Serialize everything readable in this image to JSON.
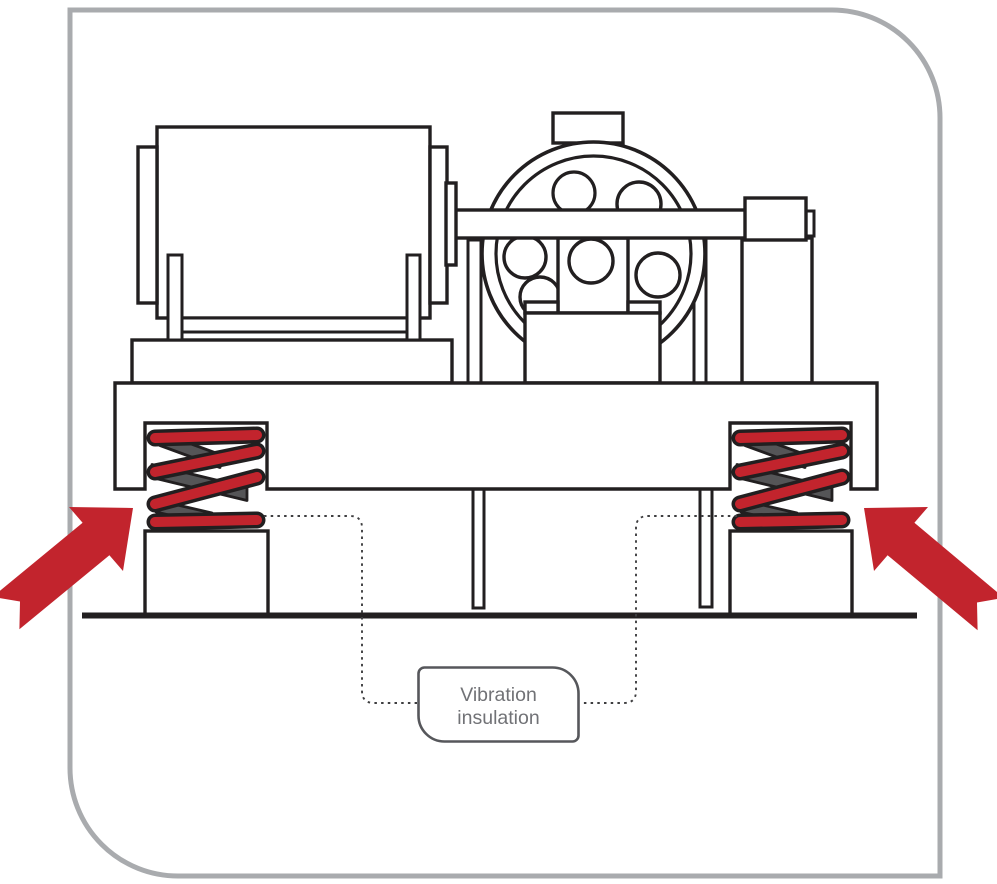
{
  "diagram": {
    "type": "technical-illustration",
    "subject": "engine-on-vibration-insulators",
    "label_box": {
      "line1": "Vibration",
      "line2": "insulation"
    }
  },
  "colors": {
    "background": "#ffffff",
    "outline": "#221f20",
    "red": "#c2242d",
    "spring-shadow": "#555557",
    "frame-gray": "#a9abae",
    "label-border": "#56575b",
    "label-text": "#717276",
    "dotted": "#3e3e40"
  }
}
